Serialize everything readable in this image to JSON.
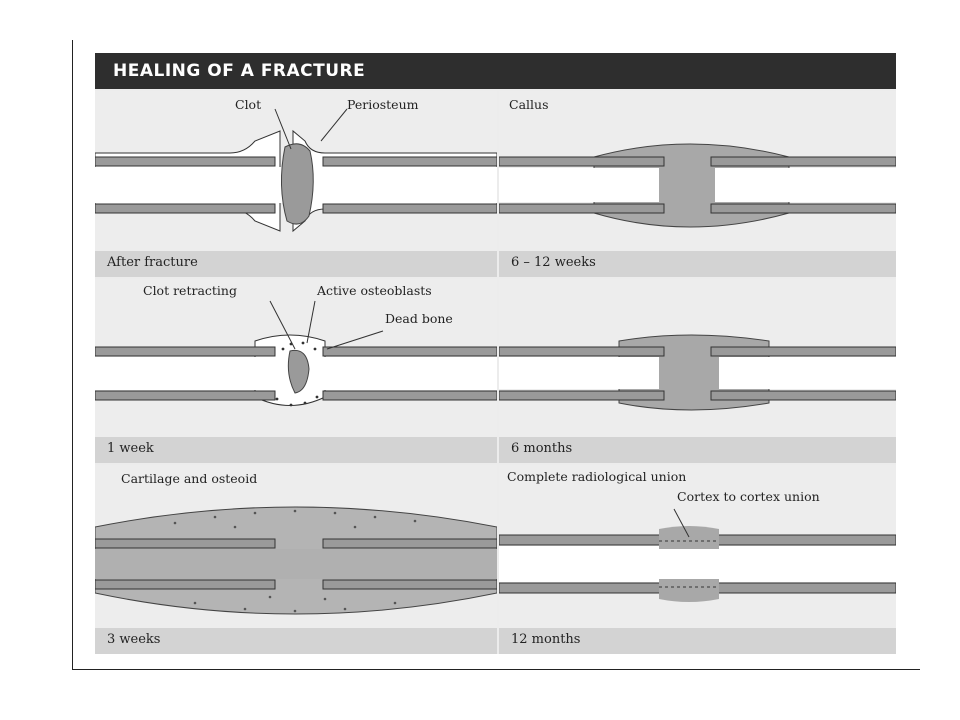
{
  "title": "HEALING OF A FRACTURE",
  "panels": {
    "p1": {
      "caption": "After fracture",
      "labels": {
        "clot": "Clot",
        "periosteum": "Periosteum"
      }
    },
    "p2": {
      "caption": "6 – 12 weeks",
      "labels": {
        "callus": "Callus"
      }
    },
    "p3": {
      "caption": "1 week",
      "labels": {
        "clot_retracting": "Clot retracting",
        "active_osteoblasts": "Active osteoblasts",
        "dead_bone": "Dead bone"
      }
    },
    "p4": {
      "caption": "6 months",
      "labels": {}
    },
    "p5": {
      "caption": "3 weeks",
      "labels": {
        "cartilage": "Cartilage and osteoid"
      }
    },
    "p6": {
      "caption": "12 months",
      "labels": {
        "complete_union": "Complete radiological union",
        "cortex_union": "Cortex to cortex union"
      }
    }
  },
  "colors": {
    "bone": "#9a9a9a",
    "callus": "#a8a8a8",
    "background": "#ededed",
    "caption_bar": "#d3d3d3",
    "title_bar": "#2e2e2e"
  }
}
